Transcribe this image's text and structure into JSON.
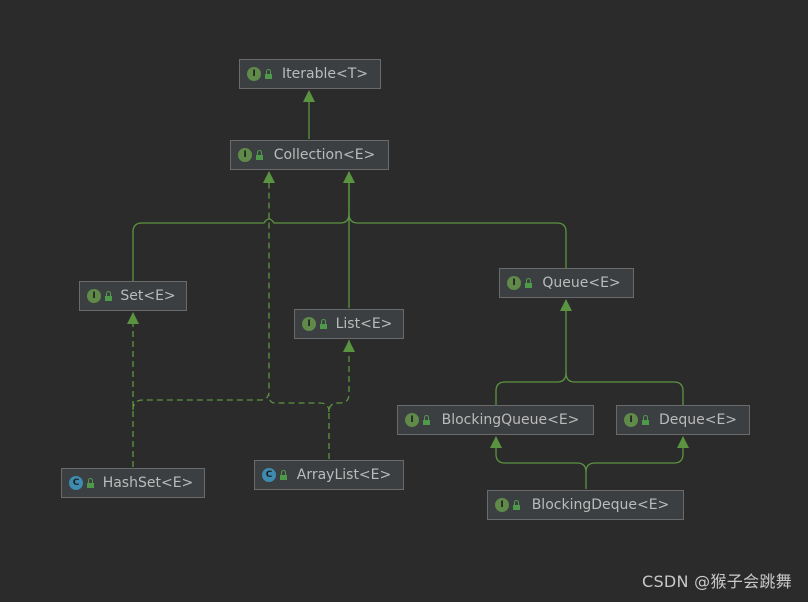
{
  "colors": {
    "background": "#2b2b2b",
    "node_fill": "#3c3f41",
    "node_border": "#6a6a6a",
    "edge": "#5b9440",
    "interface_badge": "#5f8a4a",
    "class_badge": "#3e8bb0",
    "text": "#bbbbbb"
  },
  "nodes": [
    {
      "id": "iterable",
      "kind": "interface",
      "badge": "I",
      "icon": "interface-icon",
      "label": "Iterable<T>"
    },
    {
      "id": "collection",
      "kind": "interface",
      "badge": "I",
      "icon": "interface-icon",
      "label": "Collection<E>"
    },
    {
      "id": "set",
      "kind": "interface",
      "badge": "I",
      "icon": "interface-icon",
      "label": "Set<E>"
    },
    {
      "id": "list",
      "kind": "interface",
      "badge": "I",
      "icon": "interface-icon",
      "label": "List<E>"
    },
    {
      "id": "queue",
      "kind": "interface",
      "badge": "I",
      "icon": "interface-icon",
      "label": "Queue<E>"
    },
    {
      "id": "blockingqueue",
      "kind": "interface",
      "badge": "I",
      "icon": "interface-icon",
      "label": "BlockingQueue<E>"
    },
    {
      "id": "deque",
      "kind": "interface",
      "badge": "I",
      "icon": "interface-icon",
      "label": "Deque<E>"
    },
    {
      "id": "hashset",
      "kind": "class",
      "badge": "C",
      "icon": "class-icon",
      "label": "HashSet<E>"
    },
    {
      "id": "arraylist",
      "kind": "class",
      "badge": "C",
      "icon": "class-icon",
      "label": "ArrayList<E>"
    },
    {
      "id": "blockingdeque",
      "kind": "interface",
      "badge": "I",
      "icon": "interface-icon",
      "label": "BlockingDeque<E>"
    }
  ],
  "edges": [
    {
      "from": "collection",
      "to": "iterable",
      "type": "extends"
    },
    {
      "from": "set",
      "to": "collection",
      "type": "extends"
    },
    {
      "from": "list",
      "to": "collection",
      "type": "extends"
    },
    {
      "from": "queue",
      "to": "collection",
      "type": "extends"
    },
    {
      "from": "blockingqueue",
      "to": "queue",
      "type": "extends"
    },
    {
      "from": "deque",
      "to": "queue",
      "type": "extends"
    },
    {
      "from": "blockingdeque",
      "to": "blockingqueue",
      "type": "extends"
    },
    {
      "from": "blockingdeque",
      "to": "deque",
      "type": "extends"
    },
    {
      "from": "hashset",
      "to": "set",
      "type": "implements"
    },
    {
      "from": "hashset",
      "to": "collection",
      "type": "implements"
    },
    {
      "from": "arraylist",
      "to": "list",
      "type": "implements"
    },
    {
      "from": "arraylist",
      "to": "collection",
      "type": "implements"
    }
  ],
  "watermark": "CSDN @猴子会跳舞"
}
